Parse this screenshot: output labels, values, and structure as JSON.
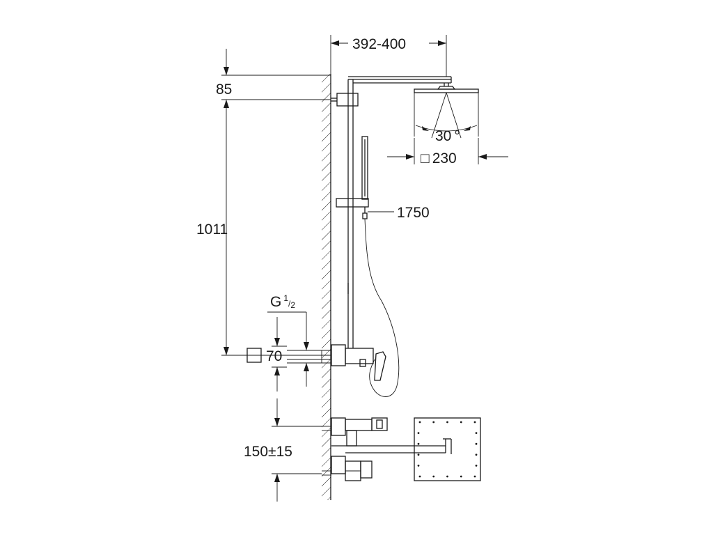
{
  "dimensions": {
    "arm_length": "392-400",
    "top_offset": "85",
    "riser_height": "1011",
    "thread_label_base": "G",
    "thread_sup": "1",
    "thread_sub": "2",
    "thread_symbol": "□",
    "thread_size": "70",
    "head_spray_angle": "30",
    "head_spray_angle_unit": "°",
    "head_size_symbol": "□",
    "head_size": "230",
    "hose_length": "1750",
    "inlet_spacing": "150±15"
  },
  "colors": {
    "line": "#1a1a1a",
    "background": "#ffffff"
  }
}
